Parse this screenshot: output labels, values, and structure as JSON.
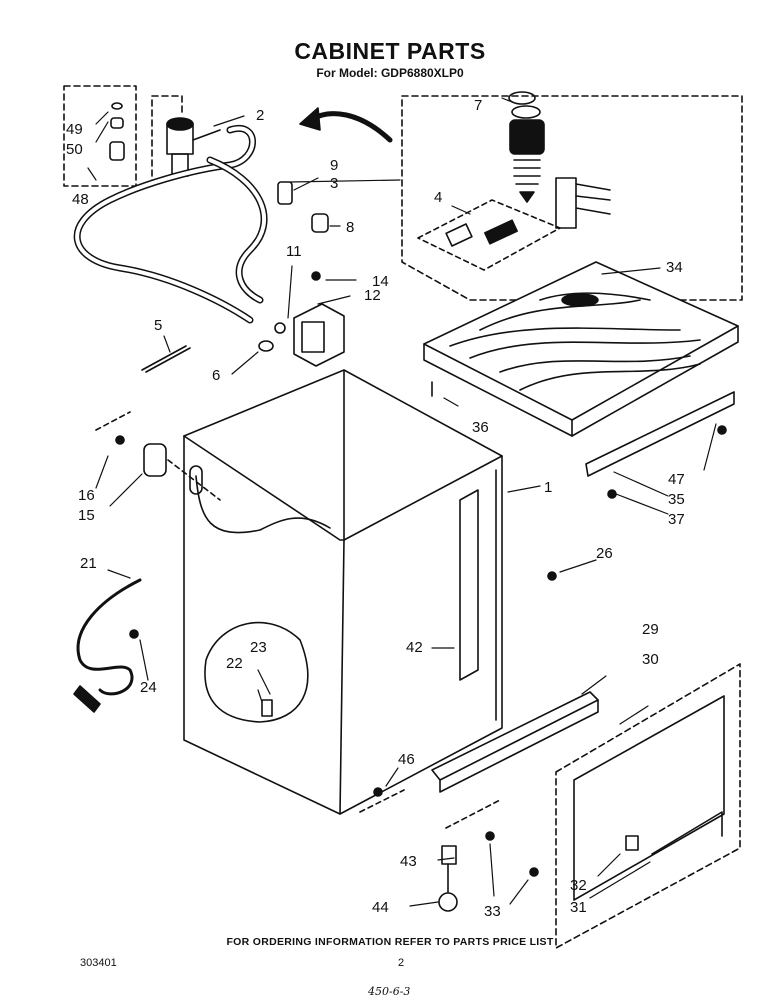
{
  "title": "CABINET PARTS",
  "subtitle": "For Model: GDP6880XLP0",
  "footer": "FOR ORDERING INFORMATION REFER TO PARTS PRICE LIST",
  "part_number": "303401",
  "page_number": "2",
  "handwritten_note": "450-6-3",
  "callouts": {
    "c1": "1",
    "c2": "2",
    "c3": "3",
    "c4": "4",
    "c5": "5",
    "c6": "6",
    "c7": "7",
    "c8": "8",
    "c9": "9",
    "c11": "11",
    "c12": "12",
    "c14": "14",
    "c15": "15",
    "c16": "16",
    "c21": "21",
    "c22": "22",
    "c23": "23",
    "c24": "24",
    "c26": "26",
    "c29": "29",
    "c30": "30",
    "c31": "31",
    "c32": "32",
    "c33": "33",
    "c34": "34",
    "c35": "35",
    "c36": "36",
    "c37": "37",
    "c42": "42",
    "c43": "43",
    "c44": "44",
    "c46": "46",
    "c47": "47",
    "c48": "48",
    "c49": "49",
    "c50": "50"
  }
}
